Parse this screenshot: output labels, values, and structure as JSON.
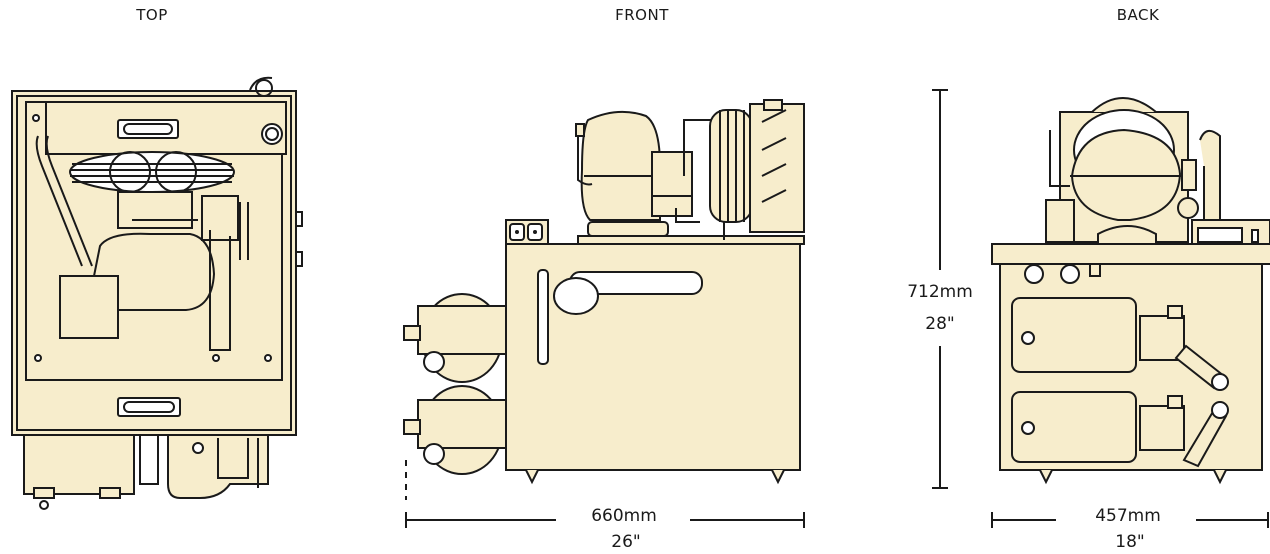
{
  "views": {
    "top": "TOP",
    "front": "FRONT",
    "back": "BACK"
  },
  "dimensions": {
    "width_front_metric": "660mm",
    "width_front_imperial": "26\"",
    "height_metric": "712mm",
    "height_imperial": "28\"",
    "depth_back_metric": "457mm",
    "depth_back_imperial": "18\""
  },
  "colors": {
    "fill": "#f7edcc",
    "outline": "#1a1a1a",
    "background": "#ffffff"
  }
}
